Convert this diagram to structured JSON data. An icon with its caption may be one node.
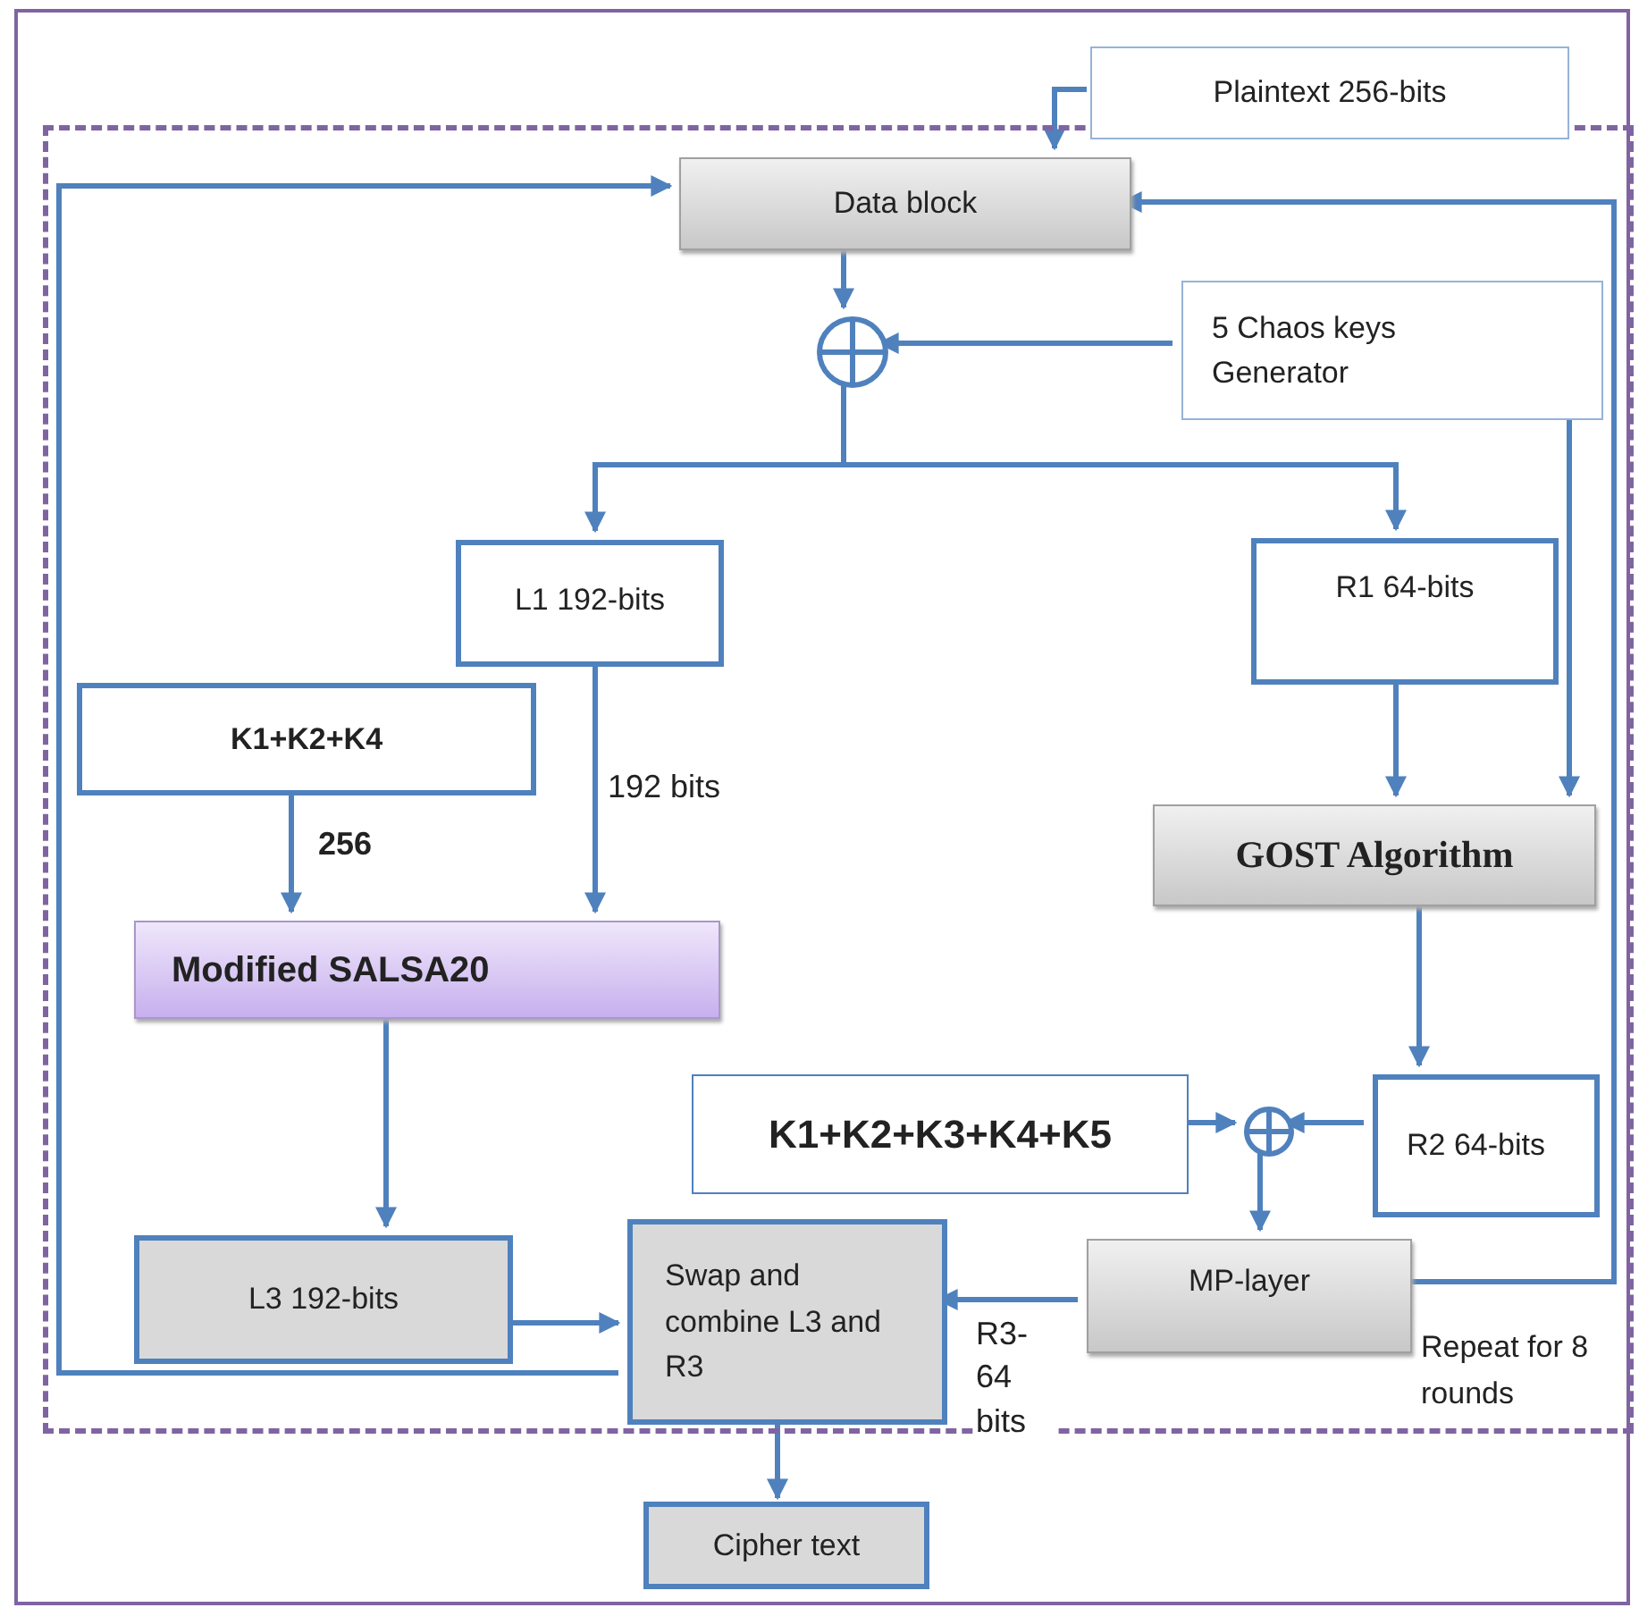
{
  "diagram": {
    "nodes": [
      {
        "text": [],
        "shape": "box"
      },
      {
        "text": [
          "Repeat for 8 rounds"
        ],
        "in": 0
      },
      {
        "text": [
          "Plaintext 256-bits"
        ],
        "in": 0
      },
      {
        "text": [
          "Data block"
        ],
        "in": 1
      },
      {
        "text": [],
        "shape": "circle",
        "in": 1
      },
      {
        "text": [
          "5 Chaos keys Generator"
        ],
        "in": 1
      },
      {
        "text": [
          "L1 192-bits"
        ],
        "in": 1
      },
      {
        "text": [
          "R1 64-bits"
        ],
        "in": 1
      },
      {
        "text": [
          "K1+K2+K4"
        ],
        "in": 1
      },
      {
        "text": [
          "GOST Algorithm"
        ],
        "in": 1
      },
      {
        "text": [
          "Modified SALSA20"
        ],
        "in": 1
      },
      {
        "text": [
          "K1+K2+K3+K4+K5"
        ],
        "in": 1
      },
      {
        "text": [],
        "shape": "circle",
        "in": 1
      },
      {
        "text": [
          "R2 64-bits"
        ],
        "in": 1
      },
      {
        "text": [
          "L3 192-bits"
        ],
        "in": 1
      },
      {
        "text": [
          "Swap and combine L3 and R3"
        ],
        "in": 1
      },
      {
        "text": [
          "MP-layer"
        ],
        "in": 1
      },
      {
        "text": [
          "Cipher text"
        ],
        "in": 0
      }
    ],
    "edges": [
      {
        "from": 2,
        "to": 3,
        "arrow": "to"
      },
      {
        "from": 3,
        "to": 4,
        "arrow": "to"
      },
      {
        "from": 5,
        "to": 4,
        "arrow": "to"
      },
      {
        "from": 4,
        "to": 6,
        "arrow": "to"
      },
      {
        "from": 4,
        "to": 7,
        "arrow": "to"
      },
      {
        "from": 7,
        "to": 9,
        "arrow": "to"
      },
      {
        "from": 5,
        "to": 9,
        "arrow": "to"
      },
      {
        "from": 8,
        "to": 10,
        "arrow": "to",
        "label": "256"
      },
      {
        "from": 6,
        "to": 10,
        "arrow": "to",
        "label": "192 bits"
      },
      {
        "from": 9,
        "to": 13,
        "arrow": "to"
      },
      {
        "from": 11,
        "to": 12,
        "arrow": "to"
      },
      {
        "from": 13,
        "to": 12,
        "arrow": "to"
      },
      {
        "from": 12,
        "to": 16,
        "arrow": "to"
      },
      {
        "from": 10,
        "to": 14,
        "arrow": "to"
      },
      {
        "from": 14,
        "to": 15,
        "arrow": "to"
      },
      {
        "from": 16,
        "to": 15,
        "arrow": "to",
        "label": "R3- 64 bits"
      },
      {
        "from": 15,
        "to": 3,
        "arrow": "to"
      },
      {
        "from": 16,
        "to": 3,
        "arrow": "to"
      },
      {
        "from": 15,
        "to": 17,
        "arrow": "to"
      }
    ]
  }
}
